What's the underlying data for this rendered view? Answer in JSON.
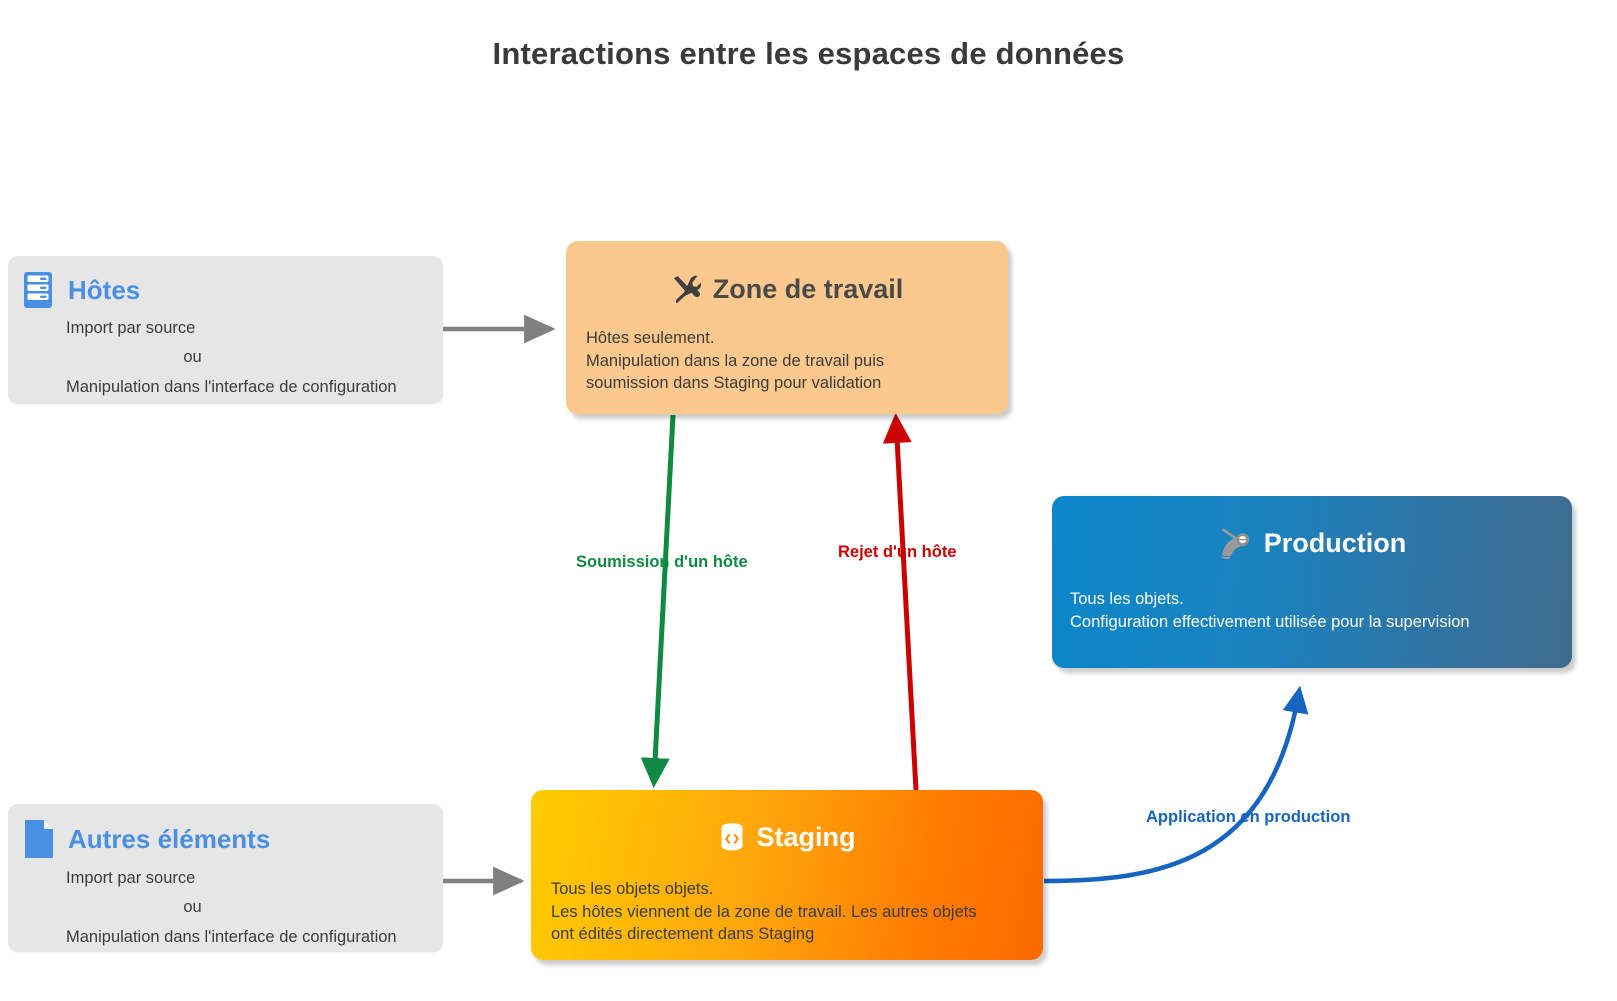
{
  "title": "Interactions entre les espaces de données",
  "nodes": {
    "hosts": {
      "icon": "server-rack-icon",
      "title": "Hôtes",
      "lines": [
        "Import par source",
        "ou",
        "Manipulation dans l'interface de configuration"
      ],
      "accent": "#4a90e2",
      "background": "#e6e6e6"
    },
    "other_elements": {
      "icon": "document-page-icon",
      "title": "Autres éléments",
      "lines": [
        "Import par source",
        "ou",
        "Manipulation dans l'interface de configuration"
      ],
      "accent": "#4a90e2",
      "background": "#e6e6e6"
    },
    "workspace": {
      "icon": "tools-hammer-wrench-icon",
      "title": "Zone de travail",
      "lines": [
        "Hôtes seulement.",
        "Manipulation dans la zone de travail puis",
        "soumission dans Staging pour validation"
      ],
      "background": "#fbc88d"
    },
    "staging": {
      "icon": "database-braces-icon",
      "title": "Staging",
      "lines": [
        "Tous les objets objets.",
        "Les hôtes viennent de la zone de travail. Les autres objets",
        "ont édités directement dans Staging"
      ],
      "gradient_from": "#ffcc00",
      "gradient_to": "#f96a00"
    },
    "production": {
      "icon": "satellite-dish-icon",
      "title": "Production",
      "lines": [
        "Tous les objets.",
        "Configuration effectivement utilisée pour la supervision"
      ],
      "gradient_from": "#0b86c9",
      "gradient_to": "#3f6c8e"
    }
  },
  "edges": {
    "hosts_to_workspace": {
      "label": "",
      "color": "#808080"
    },
    "other_to_staging": {
      "label": "",
      "color": "#808080"
    },
    "workspace_to_staging": {
      "label": "Soumission d'un hôte",
      "color": "#0e8a43"
    },
    "staging_to_workspace": {
      "label": "Rejet d'un hôte",
      "color": "#cc0000"
    },
    "staging_to_production": {
      "label": "Application en production",
      "color": "#1565c0"
    }
  }
}
